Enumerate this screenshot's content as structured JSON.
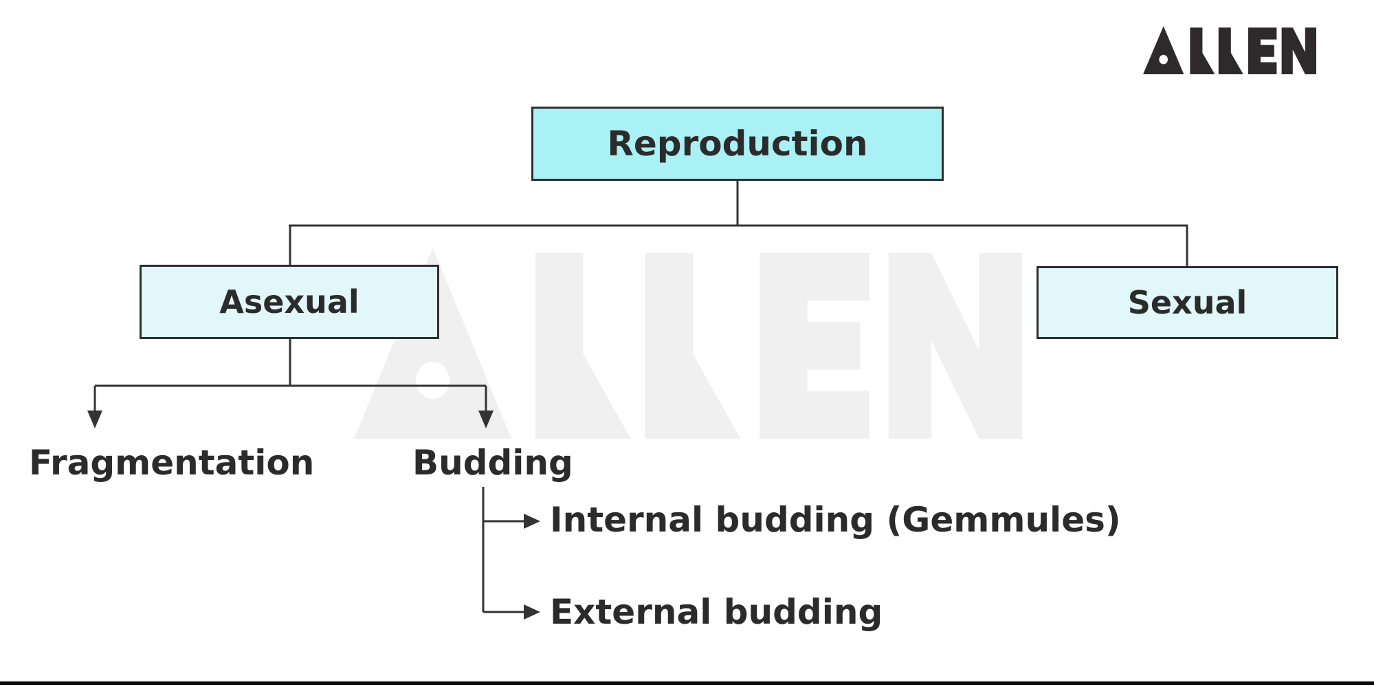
{
  "brand": {
    "logo_text": "ALLEN"
  },
  "watermark": {
    "text": "ALLEN"
  },
  "diagram": {
    "root_label": "Reproduction",
    "branches": [
      {
        "label": "Asexual"
      },
      {
        "label": "Sexual"
      }
    ],
    "asexual_children": [
      {
        "label": "Fragmentation"
      },
      {
        "label": "Budding"
      }
    ],
    "budding_children": [
      {
        "label": "Internal budding (Gemmules)"
      },
      {
        "label": "External budding"
      }
    ]
  },
  "colors": {
    "root_box_fill": "#a9f1f4",
    "branch_box_fill": "#e1f7f9",
    "box_border": "#2e2e2e",
    "connector_line": "#333333",
    "text": "#2b2b2b",
    "watermark_gray": "#f0f0f0",
    "logo_black": "#2e2a2b",
    "bottom_rule": "#0b0b0b"
  }
}
